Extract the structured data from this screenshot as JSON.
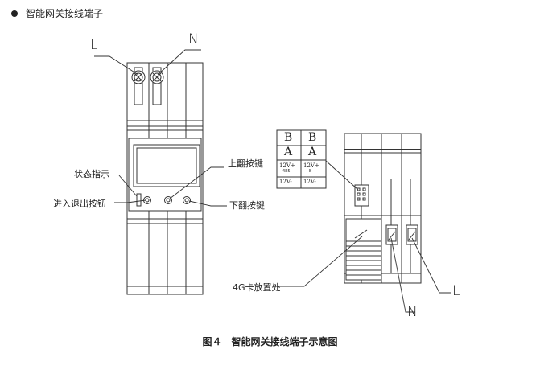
{
  "heading": "智能网关接线端子",
  "labels": {
    "L_left": "L",
    "N_top": "N",
    "status": "状态指示",
    "enter_exit": "进入退出按钮",
    "up_key": "上翻按键",
    "down_key": "下翻按键",
    "card_slot": "4G卡放置处",
    "N_bottom": "N",
    "L_right": "L"
  },
  "terminal_table": {
    "row1": [
      "B",
      "B"
    ],
    "row2": [
      "A",
      "A"
    ],
    "row3": [
      "12V+",
      "12V+"
    ],
    "row3_sub": [
      "485",
      "B"
    ],
    "row4": [
      "12V-",
      "12V-"
    ]
  },
  "caption": "图４　智能网关接线端子示意图"
}
